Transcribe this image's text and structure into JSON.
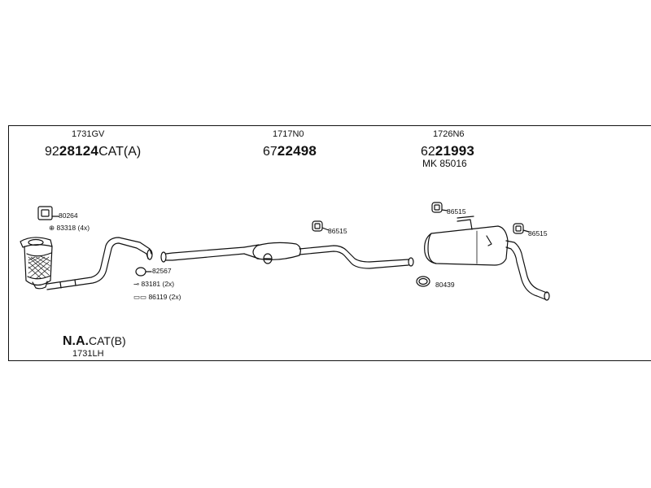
{
  "parts": {
    "cat_code": "1731GV",
    "cat_prefix": "92",
    "cat_num": "28124",
    "cat_suffix": "CAT(A)",
    "mid_code": "1717N0",
    "mid_prefix": "67",
    "mid_num": "22498",
    "rear_code": "1726N6",
    "rear_prefix": "62",
    "rear_num": "21993",
    "rear_kit": "MK  85016",
    "na_bold": "N.A.",
    "na_rest": "CAT(B)",
    "na_code": "1731LH"
  },
  "labels": {
    "l1": "80264",
    "l2": "83318 (4x)",
    "l3": "82567",
    "l4": "83181 (2x)",
    "l5": "86119 (2x)",
    "l6": "86515",
    "l7": "86515",
    "l8": "86515",
    "l9": "80439"
  },
  "icons": {
    "l2_symbol": "⊕",
    "l4_symbol": "⊸",
    "l5_symbol": "▭▭"
  }
}
